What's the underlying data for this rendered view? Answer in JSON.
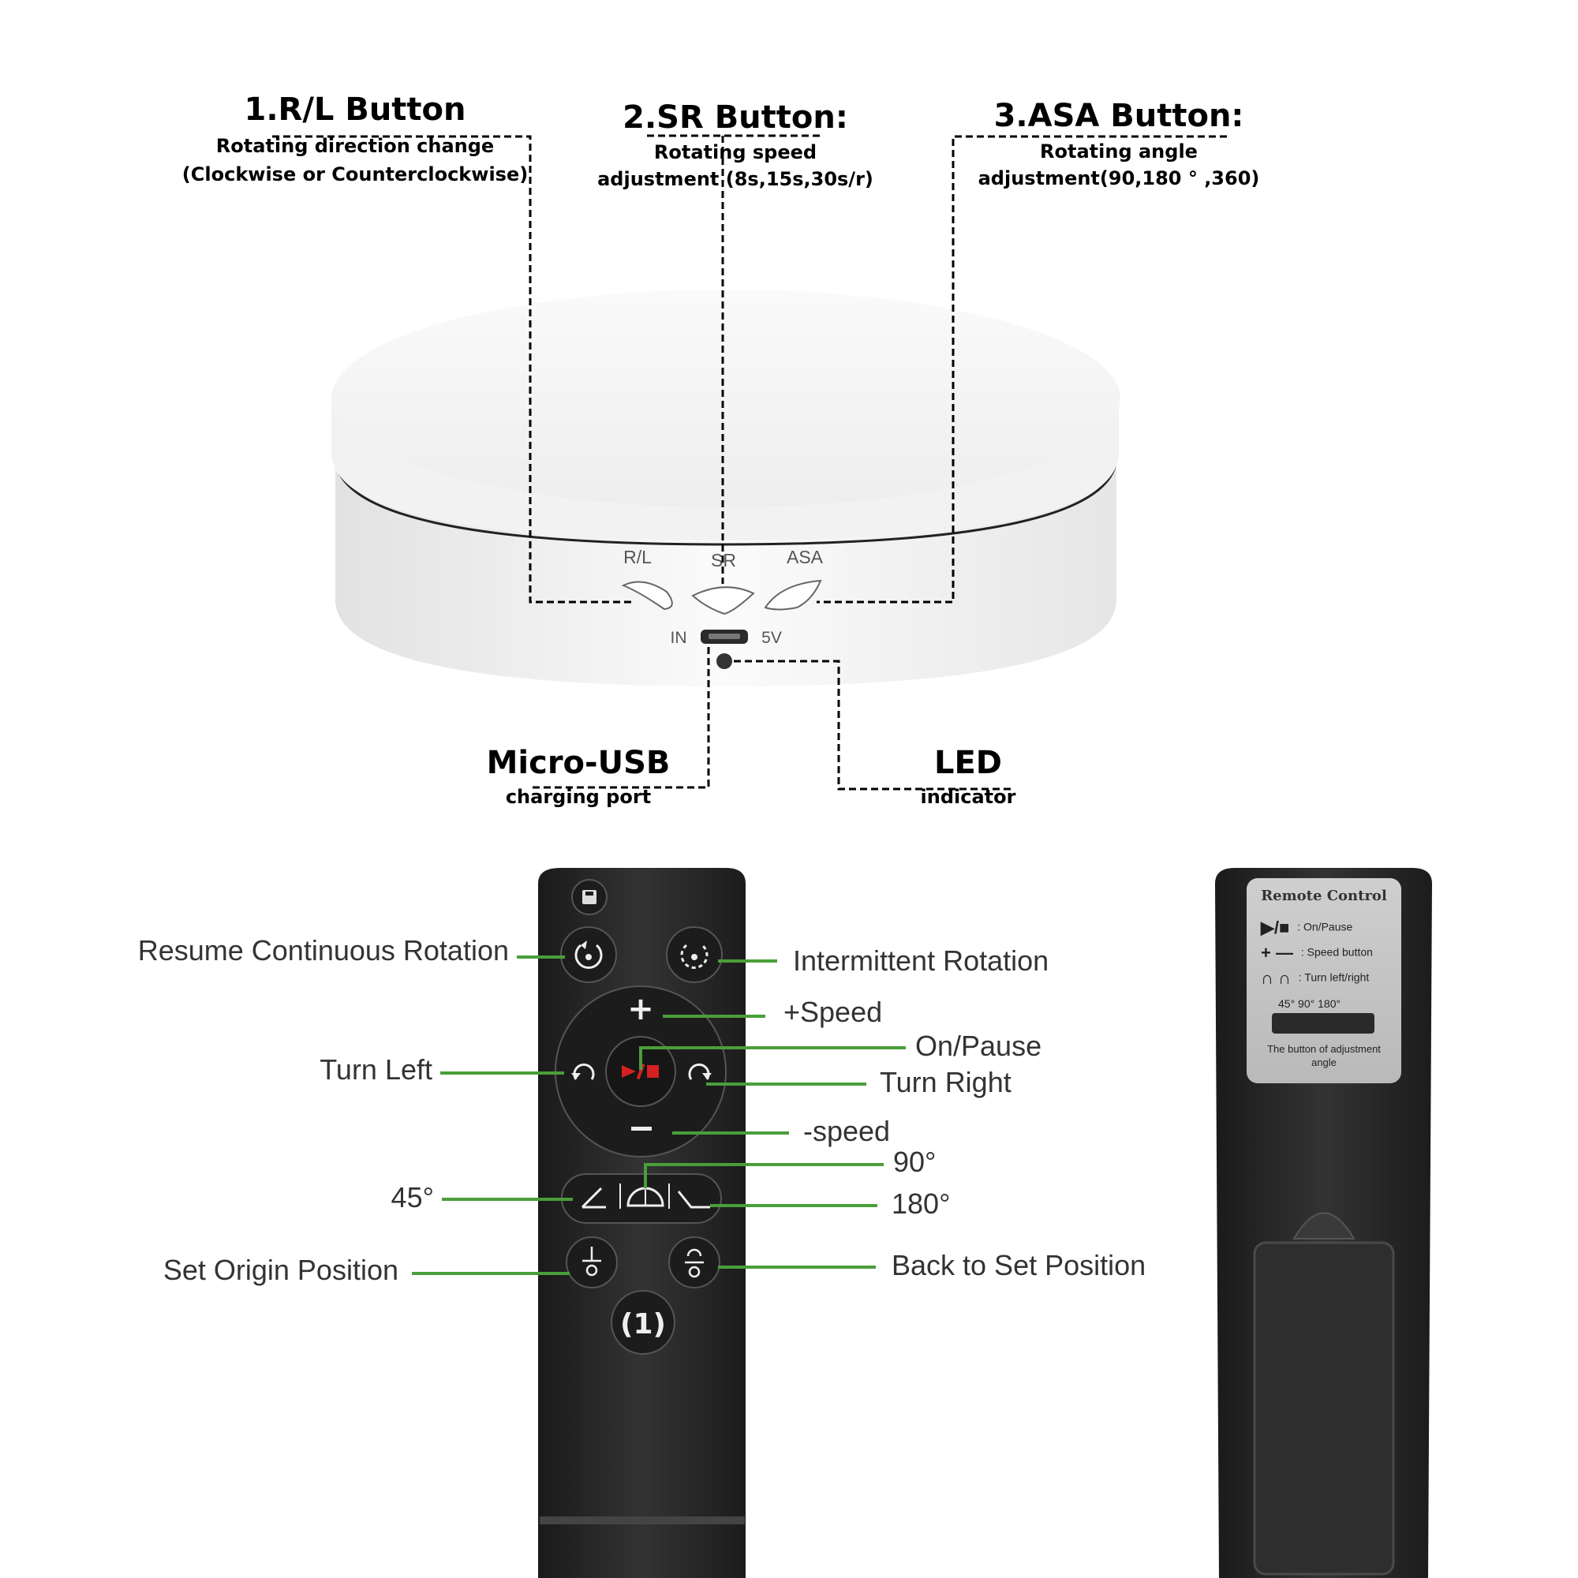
{
  "turntable": {
    "labels": {
      "rl": {
        "title": "1.R/L Button",
        "desc_line1": "Rotating direction change",
        "desc_line2": "(Clockwise or Counterclockwise)"
      },
      "sr": {
        "title": "2.SR Button:",
        "desc_line1": "Rotating speed",
        "desc_line2": "adjustment  (8s,15s,30s/r)"
      },
      "asa": {
        "title": "3.ASA Button:",
        "desc_line1": "Rotating angle",
        "desc_line2": "adjustment(90,180 ° ,360)"
      },
      "usb": {
        "title": "Micro-USB",
        "desc": "charging port"
      },
      "led": {
        "title": "LED",
        "desc": "indicator"
      }
    },
    "device_text": {
      "rl": "R/L",
      "sr": "SR",
      "asa": "ASA",
      "in": "IN",
      "v5": "5V"
    },
    "colors": {
      "body": "#f4f4f4",
      "callout_line": "#000000"
    }
  },
  "remote": {
    "labels": {
      "resume": "Resume Continuous Rotation",
      "intermittent": "Intermittent Rotation",
      "plus_speed": "+Speed",
      "on_pause": "On/Pause",
      "turn_left": "Turn Left",
      "turn_right": "Turn Right",
      "minus_speed": "-speed",
      "deg90": "90°",
      "deg45": "45°",
      "deg180": "180°",
      "set_origin": "Set Origin Position",
      "back_to_set": "Back to Set Position"
    },
    "colors": {
      "body": "#2a2a2a",
      "button": "#1c1c1c",
      "leader_line": "#4a9e3a",
      "play_pause_icon": "#d42020"
    },
    "icons": [
      "save-icon",
      "rotate-continuous-icon",
      "rotate-intermittent-icon",
      "plus-icon",
      "rotate-left-icon",
      "play-pause-icon",
      "rotate-right-icon",
      "minus-icon",
      "angle-45-icon",
      "angle-90-icon",
      "angle-180-icon",
      "set-origin-icon",
      "back-to-set-icon",
      "power-icon"
    ]
  },
  "remote_back": {
    "title": "Remote Control",
    "lines": [
      {
        "glyph": "▶/■",
        "text": ": On/Pause"
      },
      {
        "glyph": "+ —",
        "text": ": Speed button"
      },
      {
        "glyph": "∩ ∩",
        "text": ": Turn left/right"
      }
    ],
    "angles": "45°   90°   180°",
    "note": "The button of adjustment angle",
    "colors": {
      "plate": "#c4c4c4"
    }
  }
}
